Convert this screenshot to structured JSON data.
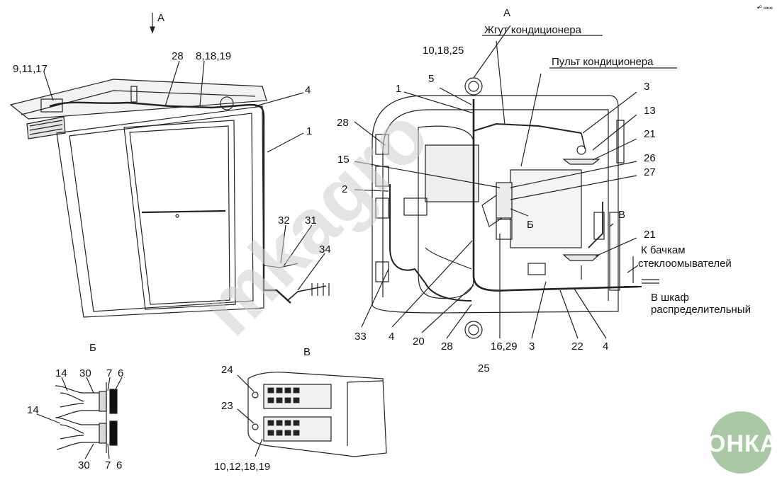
{
  "views": {
    "left_arrow_label": "А",
    "main_title": "А",
    "detail_b_title": "Б",
    "detail_v_title": "В",
    "callout_b": "Б",
    "callout_v": "В"
  },
  "named_labels": {
    "ac_harness": "Жгут кондиционера",
    "ac_panel": "Пульт кондиционера",
    "washer_tanks_1": "К бачкам",
    "washer_tanks_2": "стеклоомывателей",
    "cabinet_1": "В шкаф",
    "cabinet_2": "распределительный"
  },
  "left_labels": [
    "9,11,17",
    "28",
    "8,18,19",
    "4",
    "1",
    "32",
    "31",
    "34"
  ],
  "main_labels": [
    "10,18,25",
    "5",
    "1",
    "28",
    "15",
    "2",
    "3",
    "13",
    "21",
    "26",
    "27",
    "21",
    "33",
    "4",
    "20",
    "28",
    "25",
    "16,29",
    "3",
    "22",
    "4"
  ],
  "detail_b_labels": [
    "14",
    "30",
    "7",
    "6",
    "14",
    "30",
    "7",
    "6"
  ],
  "detail_v_labels": [
    "24",
    "23",
    "10,12,18,19"
  ],
  "watermark": "mkagro",
  "logo": "АГРОНКА",
  "corner_mark": "•º ∞∞"
}
